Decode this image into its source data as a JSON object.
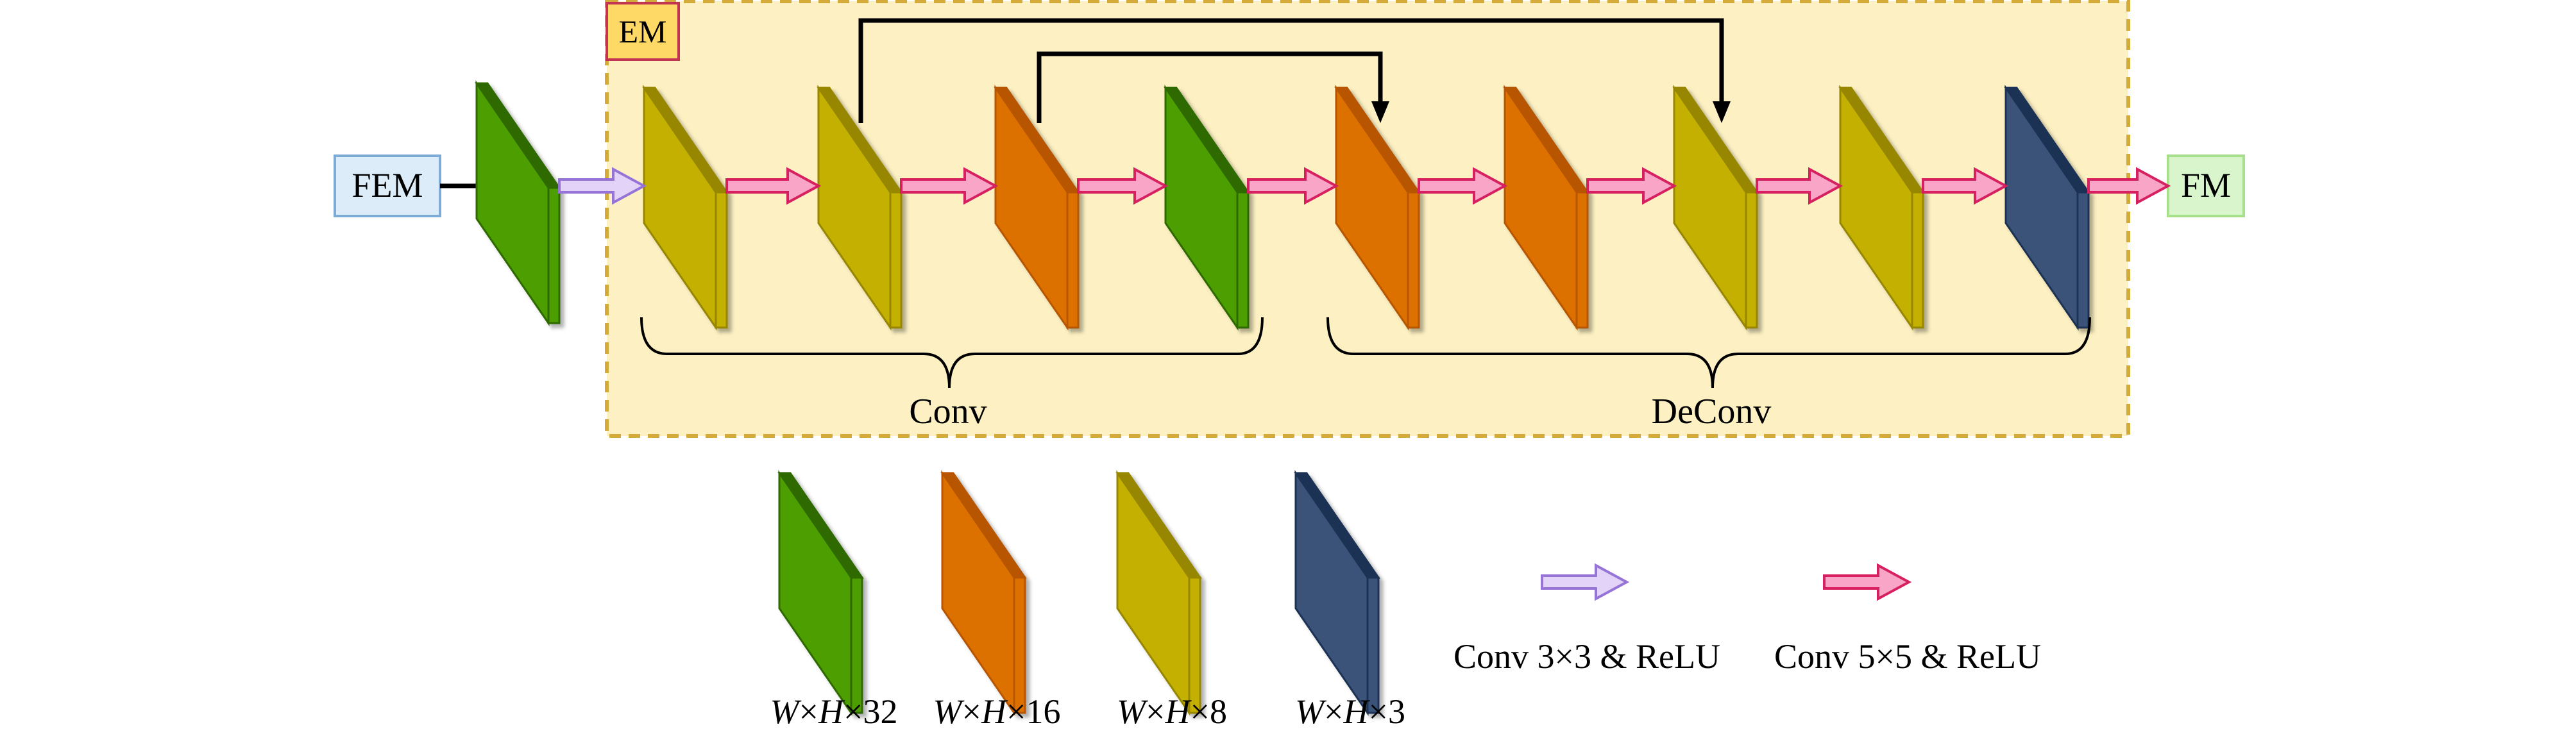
{
  "labels": {
    "em": "EM",
    "fem": "FEM",
    "fm": "FM",
    "conv_group": "Conv",
    "deconv_group": "DeConv"
  },
  "colors": {
    "em_fill": "#fdf1c3",
    "em_border": "#d4aa3a",
    "em_tag_fill": "#ffd966",
    "em_tag_border": "#c2344f",
    "fem_fill": "#dcedf9",
    "fem_border": "#7eaad6",
    "fm_fill": "#d9f5cc",
    "fm_border": "#a6e08b",
    "green": "#4d9e06",
    "green_dark": "#2e6b00",
    "orange": "#dd7100",
    "orange_dark": "#b85500",
    "yellow": "#c4b000",
    "yellow_dark": "#978600",
    "blue": "#3b5379",
    "blue_dark": "#1f3355",
    "pink": "#f8a5c8",
    "pink_border": "#d6205f",
    "lavender": "#e3d3f8",
    "lavender_border": "#9673d6"
  },
  "layers": [
    {
      "color": "green"
    },
    {
      "color": "yellow"
    },
    {
      "color": "yellow"
    },
    {
      "color": "orange"
    },
    {
      "color": "green"
    },
    {
      "color": "orange"
    },
    {
      "color": "orange"
    },
    {
      "color": "yellow"
    },
    {
      "color": "yellow"
    },
    {
      "color": "blue"
    }
  ],
  "legend": {
    "blocks": [
      {
        "color": "green",
        "prefix": "W×H×",
        "channels": "32"
      },
      {
        "color": "orange",
        "prefix": "W×H×",
        "channels": "16"
      },
      {
        "color": "yellow",
        "prefix": "W×H×",
        "channels": "8"
      },
      {
        "color": "blue",
        "prefix": "W×H×",
        "channels": "3"
      }
    ],
    "arrows": [
      {
        "kind": "conv3",
        "label": "Conv 3×3 & ReLU"
      },
      {
        "kind": "conv5",
        "label": "Conv 5×5 & ReLU"
      }
    ]
  }
}
